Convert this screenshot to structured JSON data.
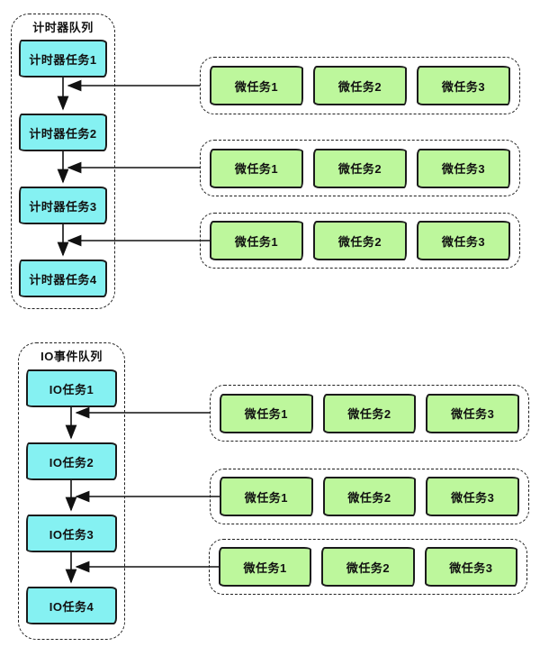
{
  "diagram": {
    "title_semantic": "event-loop-task-queues",
    "colors": {
      "task_fill": "#85f1f2",
      "microtask_fill": "#bdf79c",
      "outline": "#1b1b1b",
      "background": "#ffffff"
    },
    "queues": [
      {
        "title": "计时器队列",
        "tasks": [
          "计时器任务1",
          "计时器任务2",
          "计时器任务3",
          "计时器任务4"
        ],
        "microtask_groups": [
          [
            "微任务1",
            "微任务2",
            "微任务3"
          ],
          [
            "微任务1",
            "微任务2",
            "微任务3"
          ],
          [
            "微任务1",
            "微任务2",
            "微任务3"
          ]
        ]
      },
      {
        "title": "IO事件队列",
        "tasks": [
          "IO任务1",
          "IO任务2",
          "IO任务3",
          "IO任务4"
        ],
        "microtask_groups": [
          [
            "微任务1",
            "微任务2",
            "微任务3"
          ],
          [
            "微任务1",
            "微任务2",
            "微任务3"
          ],
          [
            "微任务1",
            "微任务2",
            "微任务3"
          ]
        ]
      }
    ]
  }
}
